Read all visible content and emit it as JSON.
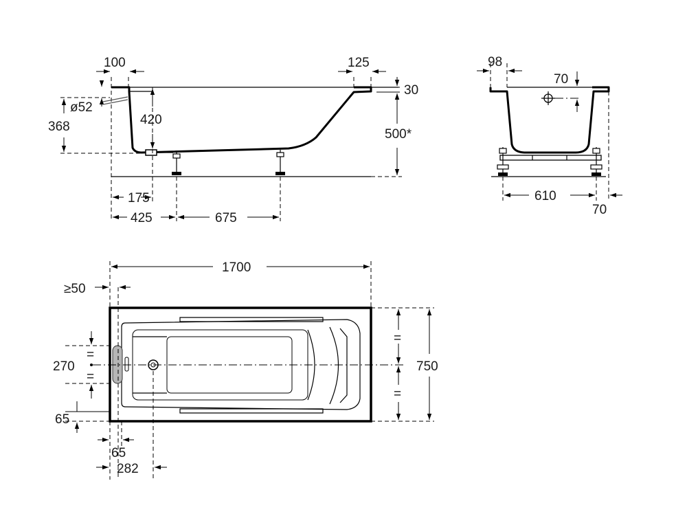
{
  "side_view": {
    "dim_rim_left": "100",
    "dim_rim_right": "125",
    "dim_rim_thickness": "30",
    "dim_drain_diameter": "ø52",
    "dim_drain_height": "368",
    "dim_depth": "420",
    "dim_total_height": "500*",
    "dim_drain_offset": "175",
    "dim_leg_offset": "425",
    "dim_leg_spacing": "675"
  },
  "end_view": {
    "dim_rim_width": "98",
    "dim_overflow_offset": "70",
    "dim_leg_width": "610",
    "dim_side_offset": "70"
  },
  "top_view": {
    "dim_length": "1700",
    "dim_wall_clearance": "≥50",
    "dim_grip_length": "270",
    "dim_width": "750",
    "dim_grip_vertical_offset": "65",
    "dim_grip_horizontal_offset": "65",
    "dim_drain_position": "282",
    "equal_mark": "="
  }
}
